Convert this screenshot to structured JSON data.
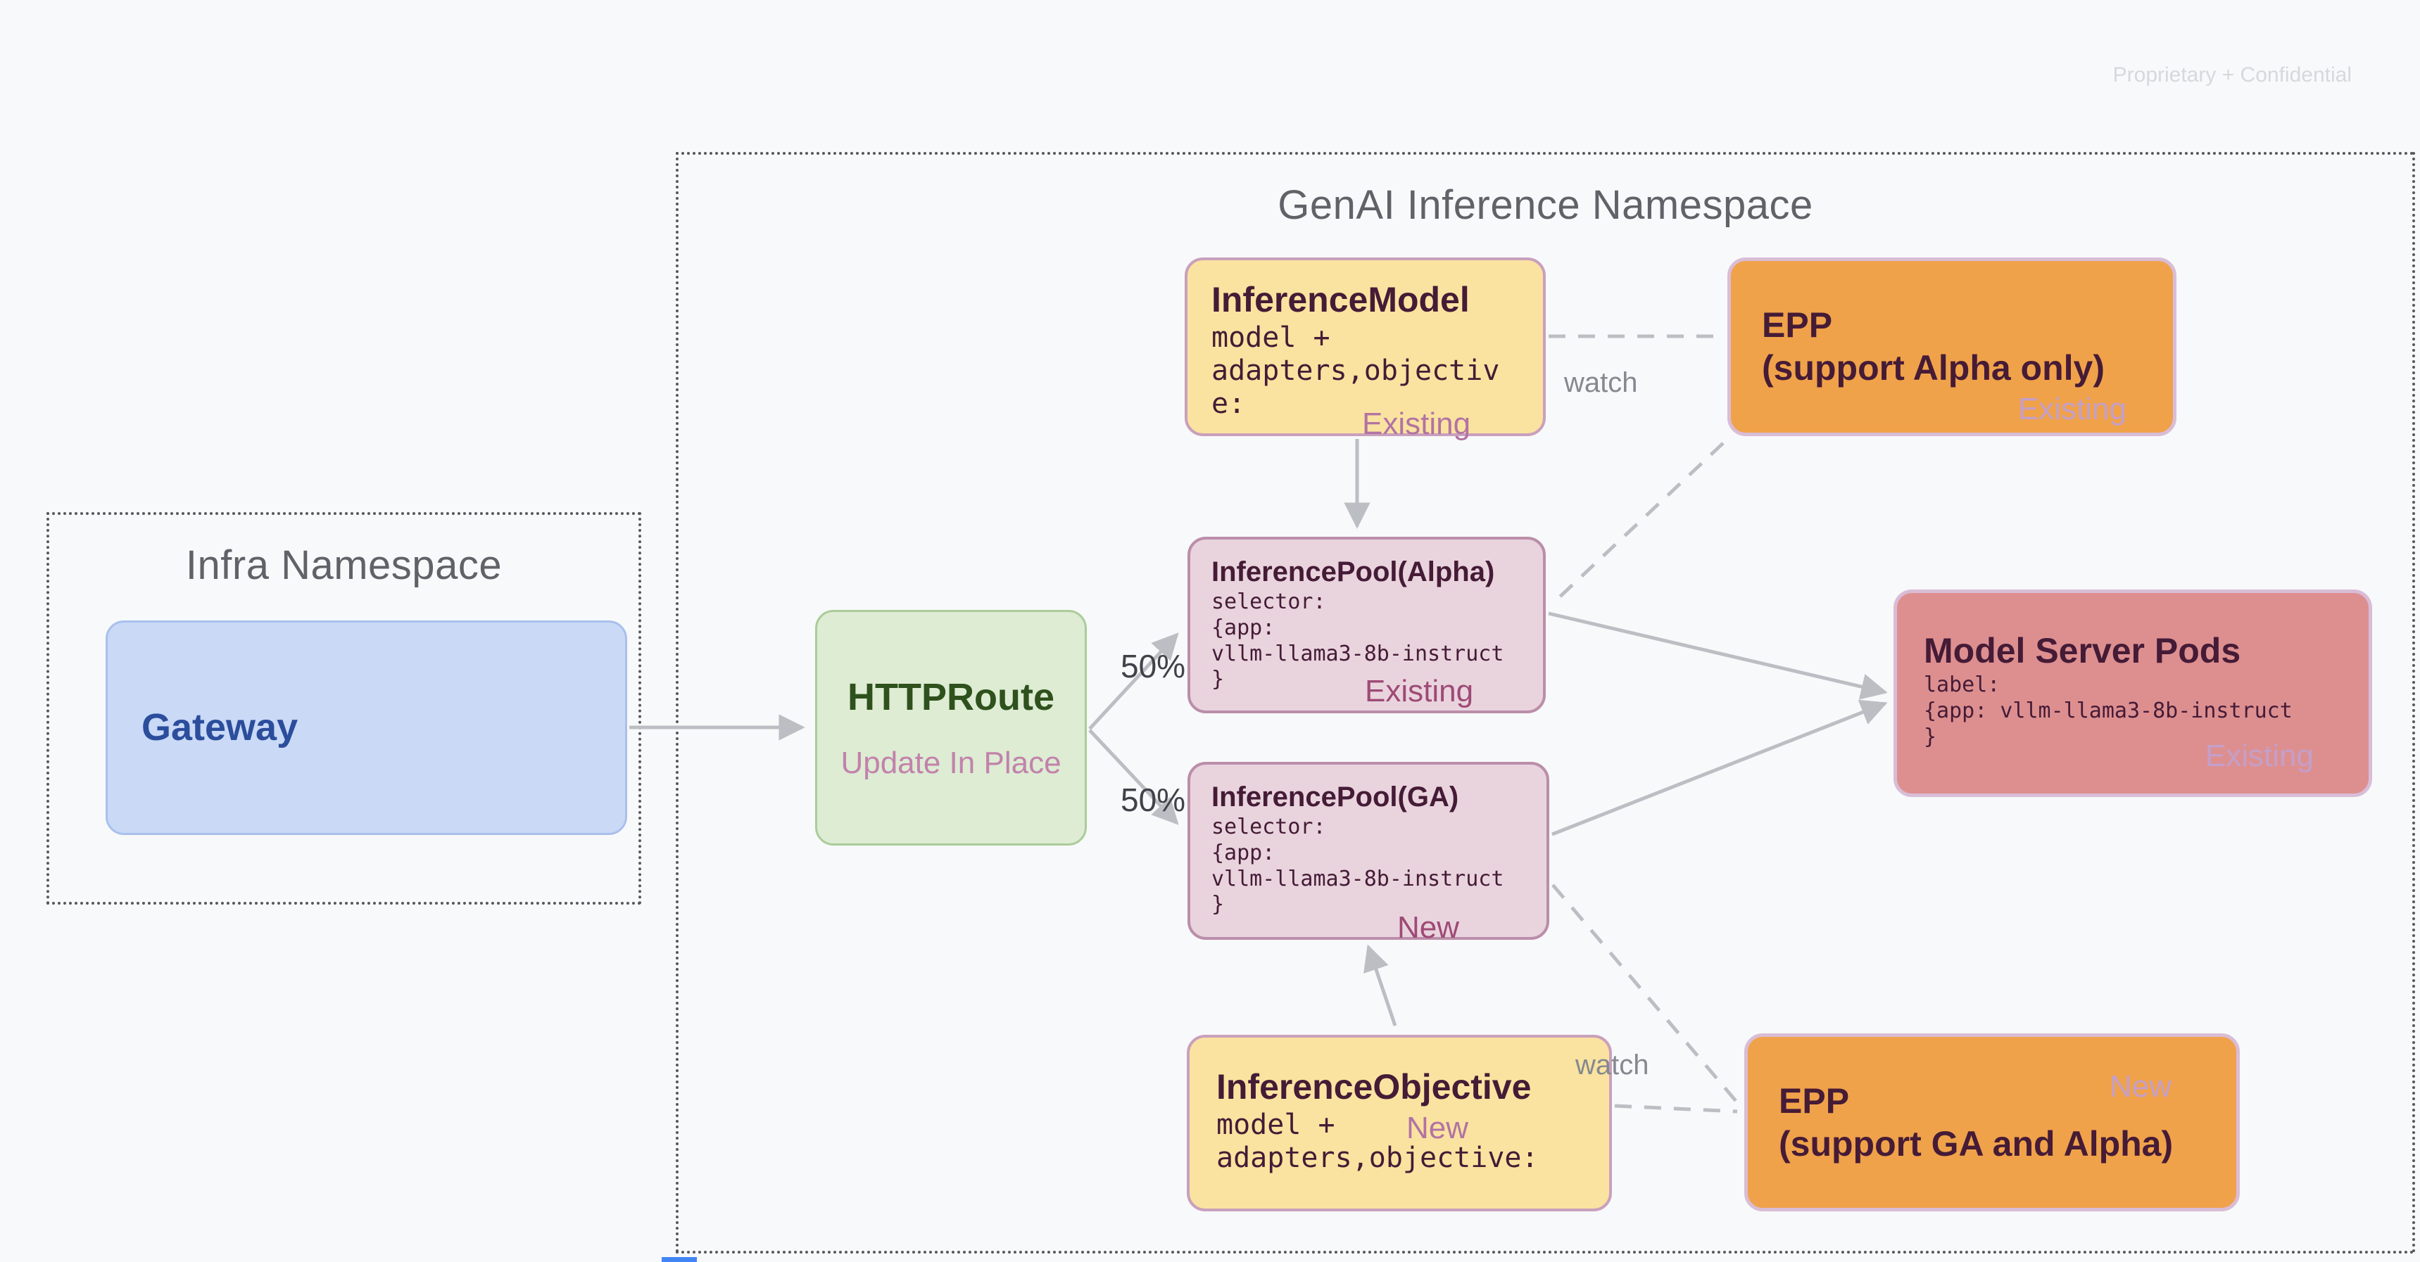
{
  "page": {
    "watermark": "Proprietary + Confidential"
  },
  "groups": {
    "infra": {
      "title": "Infra Namespace"
    },
    "genai": {
      "title": "GenAI Inference Namespace"
    }
  },
  "nodes": {
    "gateway": {
      "title": "Gateway"
    },
    "httproute": {
      "title": "HTTPRoute",
      "subtitle": "Update In Place"
    },
    "inference_model": {
      "title": "InferenceModel",
      "code": "model +\nadapters,objective:",
      "badge": "Existing"
    },
    "epp_alpha": {
      "title": "EPP\n(support Alpha only)",
      "badge": "Existing"
    },
    "pool_alpha": {
      "title": "InferencePool(Alpha)",
      "code": "selector:\n{app:\nvllm-llama3-8b-instruct\n}",
      "badge": "Existing"
    },
    "pool_ga": {
      "title": "InferencePool(GA)",
      "code": "selector:\n{app:\nvllm-llama3-8b-instruct\n}",
      "badge": "New"
    },
    "model_server_pods": {
      "title": "Model Server Pods",
      "code": "label:\n{app: vllm-llama3-8b-instruct\n}",
      "badge": "Existing"
    },
    "inference_objective": {
      "title": "InferenceObjective",
      "code": "model +\nadapters,objective:",
      "badge": "New"
    },
    "epp_ga": {
      "title": "EPP\n(support GA and Alpha)",
      "badge": "New"
    }
  },
  "edge_labels": {
    "split_top": "50%",
    "split_bottom": "50%",
    "watch_top": "watch",
    "watch_bottom": "watch"
  },
  "colors": {
    "background": "#f8f9fa",
    "yellow_fill": "#fae3a0",
    "yellow_border": "#c9a0bd",
    "pink_fill": "#e9d4de",
    "pink_border": "#bb8ea9",
    "red_fill": "#dd8f90",
    "orange_fill": "#f0a24a",
    "lavender_border": "#d9bdd6",
    "green_fill": "#ddecd3",
    "green_border": "#abcc9a",
    "blue_fill": "#c9d9f6",
    "blue_border": "#a9c0ec",
    "maroon_text": "#451b36",
    "green_text": "#2f511d",
    "blue_text": "#2b4d9c",
    "mauve_subtitle": "#c282ab",
    "badge_strong": "#9e4a76",
    "badge_mid": "#b273a3",
    "badge_light": "#c49fc8",
    "namespace_text": "#5f6368",
    "arrow_gray": "#bbbec3"
  }
}
